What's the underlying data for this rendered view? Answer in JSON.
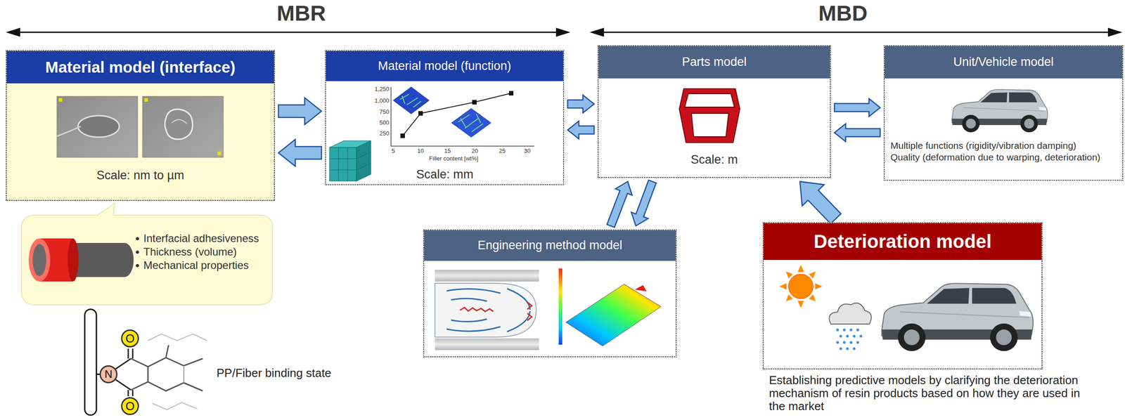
{
  "diagram": {
    "nodes": [
      {
        "text": [
          "Material model (interface)",
          "Scale: nm to µm"
        ]
      },
      {
        "text": [
          "Material model (function)",
          "Scale: mm"
        ]
      },
      {
        "text": [
          "Parts model",
          "Scale: m"
        ]
      },
      {
        "text": [
          "Unit/Vehicle model",
          "Multiple functions (rigidity/vibration damping)",
          "Quality (deformation due to warping, deterioration)"
        ]
      },
      {
        "text": [
          "Interfacial adhesiveness",
          "Thickness (volume)",
          "Mechanical properties"
        ]
      },
      {
        "text": [
          "Engineering method model"
        ]
      },
      {
        "text": [
          "Deterioration model",
          "Establishing predictive models by clarifying the deterioration mechanism of resin products based on how they are used in the market"
        ]
      },
      {
        "text": [
          "N"
        ]
      },
      {
        "text": [
          "O"
        ]
      },
      {
        "text": [
          "O"
        ]
      }
    ],
    "edges": [
      {
        "from": 0,
        "to": 1,
        "arrow": "to"
      },
      {
        "from": 1,
        "to": 0,
        "arrow": "to"
      },
      {
        "from": 1,
        "to": 2,
        "arrow": "to"
      },
      {
        "from": 2,
        "to": 1,
        "arrow": "to"
      },
      {
        "from": 2,
        "to": 3,
        "arrow": "to"
      },
      {
        "from": 3,
        "to": 2,
        "arrow": "to"
      },
      {
        "from": 5,
        "to": 2,
        "arrow": "to"
      },
      {
        "from": 2,
        "to": 5,
        "arrow": "to"
      },
      {
        "from": 6,
        "to": 2,
        "arrow": "to"
      }
    ],
    "labels": [
      "MBR",
      "MBD",
      "1,250",
      "1,000",
      "750",
      "500",
      "250",
      "5",
      "10",
      "15",
      "20",
      "25",
      "30",
      "Filler content [wt%]",
      "PP/Fiber binding state"
    ]
  }
}
